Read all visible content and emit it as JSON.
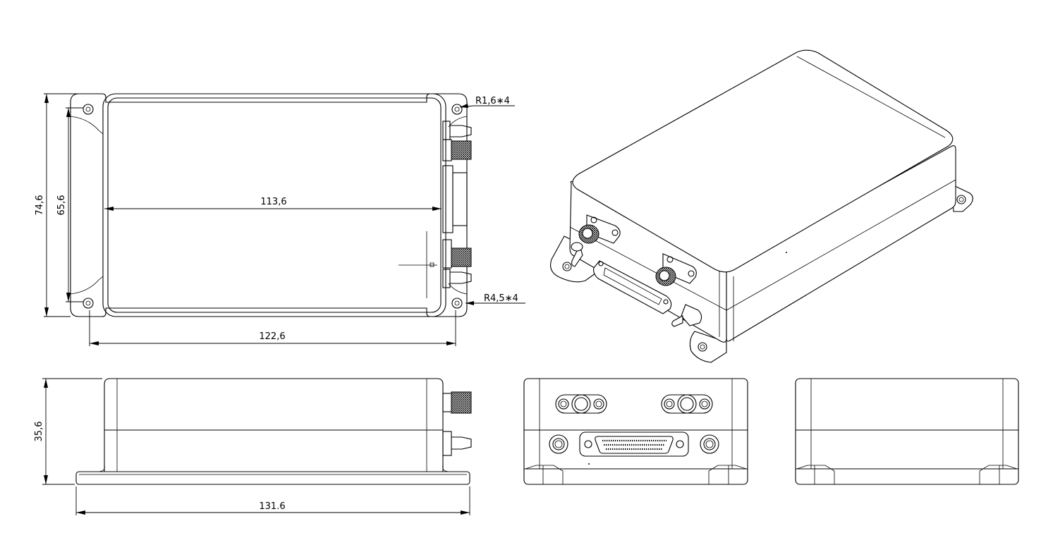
{
  "dimensions": {
    "top_height_outer": "74,6",
    "top_height_inner": "65,6",
    "top_inner_width": "113,6",
    "top_hole_span": "122,6",
    "hole_radius_note": "R1,6∗4",
    "corner_radius_note": "R4,5∗4",
    "side_height": "35,6",
    "side_total_length": "131.6"
  },
  "colors": {
    "line": "#000000",
    "background": "#ffffff"
  }
}
